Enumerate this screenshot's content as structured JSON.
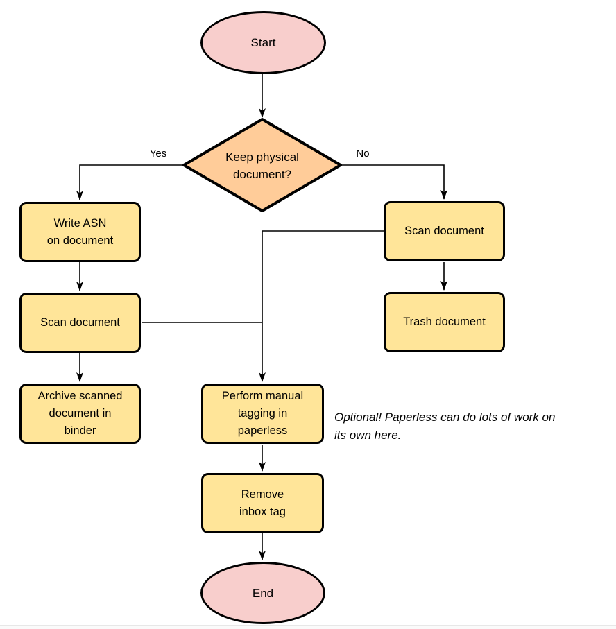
{
  "diagram": {
    "type": "flowchart",
    "nodes": {
      "start": {
        "label": "Start",
        "shape": "ellipse"
      },
      "decision": {
        "label": "Keep physical\ndocument?",
        "shape": "diamond"
      },
      "write_asn": {
        "label": "Write ASN\non document",
        "shape": "rounded-rect"
      },
      "scan_left": {
        "label": "Scan document",
        "shape": "rounded-rect"
      },
      "archive": {
        "label": "Archive scanned\ndocument in\nbinder",
        "shape": "rounded-rect"
      },
      "scan_right": {
        "label": "Scan document",
        "shape": "rounded-rect"
      },
      "trash": {
        "label": "Trash document",
        "shape": "rounded-rect"
      },
      "tagging": {
        "label": "Perform manual\ntagging in\npaperless",
        "shape": "rounded-rect"
      },
      "remove_tag": {
        "label": "Remove\ninbox tag",
        "shape": "rounded-rect"
      },
      "end": {
        "label": "End",
        "shape": "ellipse"
      }
    },
    "edge_labels": {
      "yes": "Yes",
      "no": "No"
    },
    "edges": [
      {
        "from": "start",
        "to": "decision"
      },
      {
        "from": "decision",
        "to": "write_asn",
        "label": "Yes"
      },
      {
        "from": "decision",
        "to": "scan_right",
        "label": "No"
      },
      {
        "from": "write_asn",
        "to": "scan_left"
      },
      {
        "from": "scan_left",
        "to": "archive"
      },
      {
        "from": "scan_left",
        "to": "tagging"
      },
      {
        "from": "scan_right",
        "to": "trash"
      },
      {
        "from": "scan_right",
        "to": "tagging"
      },
      {
        "from": "tagging",
        "to": "remove_tag"
      },
      {
        "from": "remove_tag",
        "to": "end"
      }
    ],
    "annotation": "Optional! Paperless can do lots of work on\nits own here.",
    "colors": {
      "terminal_fill": "#F8CECC",
      "process_fill": "#FFE599",
      "decision_fill": "#FFCC99",
      "stroke": "#000000",
      "line": "#000000",
      "bg": "#FFFFFF",
      "edge_line": "#E7E7E7",
      "edge_strip": "#FAFAFA"
    }
  }
}
